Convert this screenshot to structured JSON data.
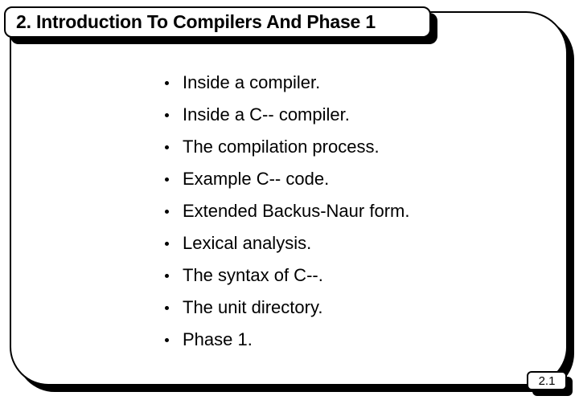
{
  "slide": {
    "title": "2. Introduction To Compilers And Phase 1",
    "bullets": [
      "Inside a compiler.",
      "Inside a C-- compiler.",
      "The compilation process.",
      "Example C-- code.",
      "Extended Backus-Naur form.",
      "Lexical analysis.",
      "The syntax of C--.",
      "The unit directory.",
      "Phase 1."
    ],
    "page_number": "2.1"
  },
  "colors": {
    "background": "#ffffff",
    "line": "#000000",
    "text": "#000000"
  }
}
